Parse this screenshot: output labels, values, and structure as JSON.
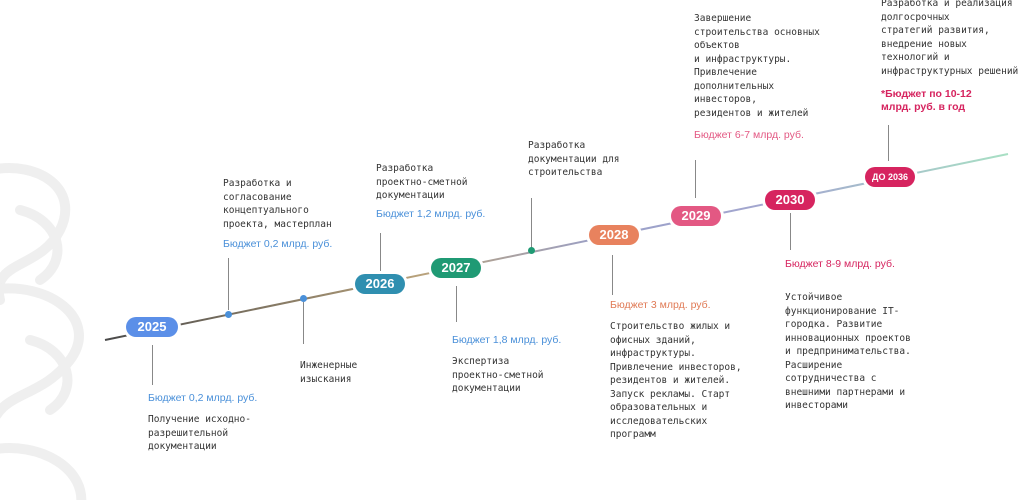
{
  "milestones": [
    {
      "year": "2025",
      "color": "#5b8fe8",
      "budget": "Бюджет 0,2 млрд. руб.",
      "budget_color": "#4a90d9",
      "text": "Получение исходно-\nразрешительной\nдокументации"
    },
    {
      "year": "2026",
      "color": "#2f8fb0",
      "budget": "Бюджет 0,2 млрд. руб.",
      "budget_color": "#4a90d9",
      "text": "Разработка и\nсогласование\nконцептуального\nпроекта, мастерплан"
    },
    {
      "year": "2027",
      "color": "#1f9a74",
      "budget": "Бюджет 1,2 млрд. руб.",
      "budget_color": "#4a90d9",
      "text": "Разработка\nпроектно-сметной\nдокументации"
    },
    {
      "year": "2028",
      "color": "#e8825e",
      "budget": "Бюджет 1,8 млрд. руб.",
      "budget_color": "#4a90d9",
      "text": "Экспертиза\nпроектно-сметной\nдокументации"
    },
    {
      "year": "2029",
      "color": "#e35883",
      "budget": "Бюджет 3 млрд. руб.",
      "budget_color": "#e07a55",
      "text": "Строительство жилых и\nофисных зданий,\nинфраструктуры.\nПривлечение инвесторов,\nрезидентов и жителей.\nЗапуск рекламы. Старт\nобразовательных и\nисследовательских\nпрограмм"
    },
    {
      "year": "2030",
      "color": "#d6245f",
      "budget": "Бюджет 6-7 млрд. руб.",
      "budget_color": "#e35883",
      "text": "Завершение\nстроительства основных\nобъектов\nи инфраструктуры.\nПривлечение\nдополнительных\nинвесторов,\nрезидентов и жителей"
    },
    {
      "year": "ДО 2036",
      "color": "#d6245f",
      "budget": "Бюджет 8-9 млрд. руб.",
      "budget_color": "#d6245f",
      "text": "Устойчивое\nфункционирование IT-\nгородка. Развитие\nинновационных проектов\nи предпринимательства.\nРасширение\nсотрудничества с\nвнешними партнерами и\nинвесторами"
    }
  ],
  "extra": {
    "survey_text": "Инженерные\nизыскания",
    "construction_docs_text": "Разработка\nдокументации для\nстроительства",
    "strategy_text": "Разработка и реализация\nдолгосрочных\nстратегий развития,\nвнедрение новых\nтехнологий и\nинфраструктурных решений",
    "final_budget": "*Бюджет по 10-12\n млрд. руб. в год"
  },
  "colors": {
    "line_start": "#3a3a3a",
    "line_mid": "#b58a8a",
    "line_end": "#8fd4b5",
    "deco": "#f1f1f1"
  }
}
